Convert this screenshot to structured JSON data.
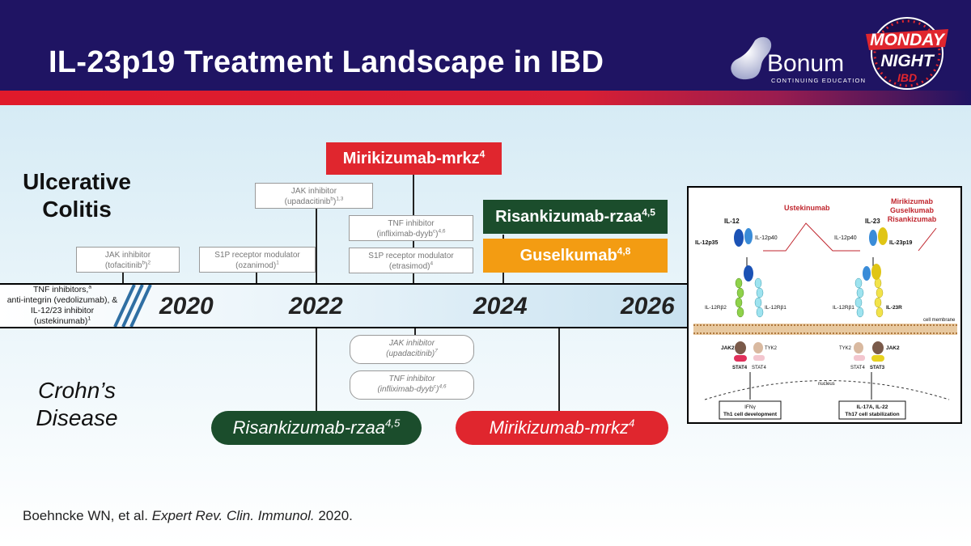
{
  "header": {
    "title": "IL-23p19 Treatment Landscape in IBD",
    "logo_text": "Bonum",
    "logo_subtitle": "CONTINUING EDUCATION",
    "badge_line1": "MONDAY",
    "badge_line2": "NIGHT",
    "badge_line3": "IBD"
  },
  "sections": {
    "uc_line1": "Ulcerative",
    "uc_line2": "Colitis",
    "cd_line1": "Crohn’s",
    "cd_line2": "Disease"
  },
  "timeline": {
    "left_line1": "TNF inhibitors,",
    "left_sup1": "a",
    "left_line2": "anti-integrin (vedolizumab), &",
    "left_line3": "IL-12/23 inhibitor",
    "left_line4": "(ustekinumab)",
    "left_sup4": "1",
    "years": [
      "2020",
      "2022",
      "2024",
      "2026"
    ]
  },
  "uc_events": {
    "jak_tofa_line1": "JAK inhibitor",
    "jak_tofa_line2": "(tofacitinib",
    "jak_tofa_sup": "b",
    "jak_tofa_close": ")",
    "jak_tofa_ref": "2",
    "s1p_oz_line1": "S1P receptor modulator",
    "s1p_oz_line2": "(ozanimod)",
    "s1p_oz_ref": "1",
    "jak_upa_line1": "JAK inhibitor",
    "jak_upa_line2": "(upadacitinib",
    "jak_upa_sup": "b",
    "jak_upa_close": ")",
    "jak_upa_ref": "1,3",
    "tnf_line1": "TNF inhibitor",
    "tnf_line2": "(infliximab-dyyb",
    "tnf_sup": "c",
    "tnf_close": ")",
    "tnf_ref": "4,6",
    "s1p_etr_line1": "S1P receptor modulator",
    "s1p_etr_line2": "(etrasimod)",
    "s1p_etr_ref": "4",
    "miri": "Mirikizumab-mrkz",
    "miri_ref": "4",
    "risa": "Risankizumab-rzaa",
    "risa_ref": "4,5",
    "gusel": "Guselkumab",
    "gusel_ref": "4,8"
  },
  "cd_events": {
    "jak_line1": "JAK inhibitor",
    "jak_line2": "(upadacitinib)",
    "jak_ref": "7",
    "tnf_line1": "TNF inhibitor",
    "tnf_line2": "(infliximab-dyyb",
    "tnf_sup": "c",
    "tnf_close": ")",
    "tnf_ref": "4,6",
    "risa": "Risankizumab-rzaa",
    "risa_ref": "4,5",
    "miri": "Mirikizumab-mrkz",
    "miri_ref": "4"
  },
  "mechanism": {
    "ustekinumab": "Ustekinumab",
    "drugs_line1": "Mirikizumab",
    "drugs_line2": "Guselkumab",
    "drugs_line3": "Risankizumab",
    "il12": "IL-12",
    "il23": "IL-23",
    "il12p35": "IL-12p35",
    "il12p40_left": "IL-12p40",
    "il12p40_right": "IL-12p40",
    "il23p19": "IL-23p19",
    "il12rb2": "IL-12Rβ2",
    "il12rb1_left": "IL-12Rβ1",
    "il12rb1_right": "IL-12Rβ1",
    "il23r": "IL-23R",
    "cell_membrane": "cell membrane",
    "jak2_left": "JAK2",
    "tyk2_left": "TYK2",
    "tyk2_right": "TYK2",
    "jak2_right": "JAK2",
    "stat4_left_a": "STAT4",
    "stat4_left_b": "STAT4",
    "stat4_right": "STAT4",
    "stat3": "STAT3",
    "nucleus": "nucleus",
    "out_left_line1": "IFNγ",
    "out_left_line2": "Th1 cell development",
    "out_right_line1": "IL-17A, IL-22",
    "out_right_line2": "Th17 cell stabilization"
  },
  "reference": {
    "authors": "Boehncke WN, et al. ",
    "journal": "Expert Rev. Clin. Immunol.",
    "year": " 2020."
  },
  "colors": {
    "header_navy": "#1f1463",
    "stripe_red": "#e01a2b",
    "miri_red": "#e0262e",
    "risa_green": "#1b4d2c",
    "gusel_orange": "#f39c12"
  }
}
